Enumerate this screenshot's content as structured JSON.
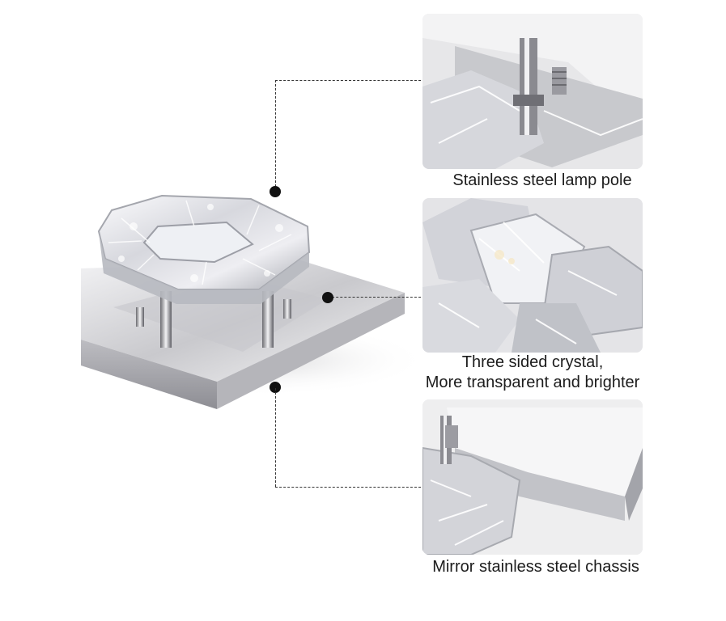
{
  "top_caption": "",
  "callouts": [
    {
      "label_lines": [
        "Stainless steel lamp pole"
      ]
    },
    {
      "label_lines": [
        "Three sided crystal,",
        "More transparent and brighter"
      ]
    },
    {
      "label_lines": [
        "Mirror stainless steel chassis"
      ]
    }
  ],
  "colors": {
    "line": "#333333",
    "dot": "#111111",
    "text": "#1c1c1c",
    "panel_bg": "#e9e9ea"
  }
}
